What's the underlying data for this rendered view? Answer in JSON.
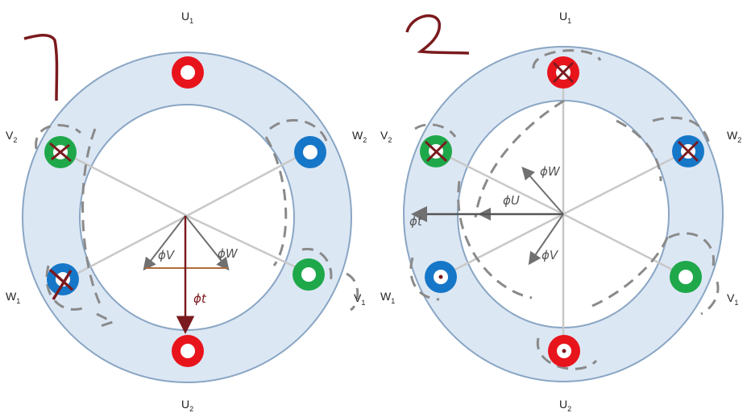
{
  "diagrams": [
    {
      "number": "1",
      "labels": {
        "top": "U",
        "top_sub": "1",
        "bottom": "U",
        "bottom_sub": "2",
        "left_top": "V",
        "left_top_sub": "2",
        "left_bottom": "W",
        "left_bottom_sub": "1",
        "right_top": "W",
        "right_top_sub": "2",
        "right_bottom": "V",
        "right_bottom_sub": "1"
      },
      "phasors": {
        "phi_v": "ϕV",
        "phi_w": "ϕW",
        "phi_t": "ϕt"
      }
    },
    {
      "number": "2",
      "labels": {
        "top": "U",
        "top_sub": "1",
        "bottom": "U",
        "bottom_sub": "2",
        "left_top": "V",
        "left_top_sub": "2",
        "left_bottom": "W",
        "left_bottom_sub": "1",
        "right_top": "W",
        "right_top_sub": "2",
        "right_bottom": "V",
        "right_bottom_sub": "1"
      },
      "phasors": {
        "phi_w": "ϕW",
        "phi_u": "ϕU",
        "phi_v": "ϕV",
        "phi_t": "ϕt"
      }
    }
  ],
  "colors": {
    "ring_fill": "#dce7f4",
    "ring_stroke": "#8aa6c4",
    "red_coil": "#e8141c",
    "green_coil": "#1ea84a",
    "blue_coil": "#1677c8",
    "ink": "#7a1a1e",
    "spoke": "#c8c8c8",
    "arrow": "#707070"
  }
}
